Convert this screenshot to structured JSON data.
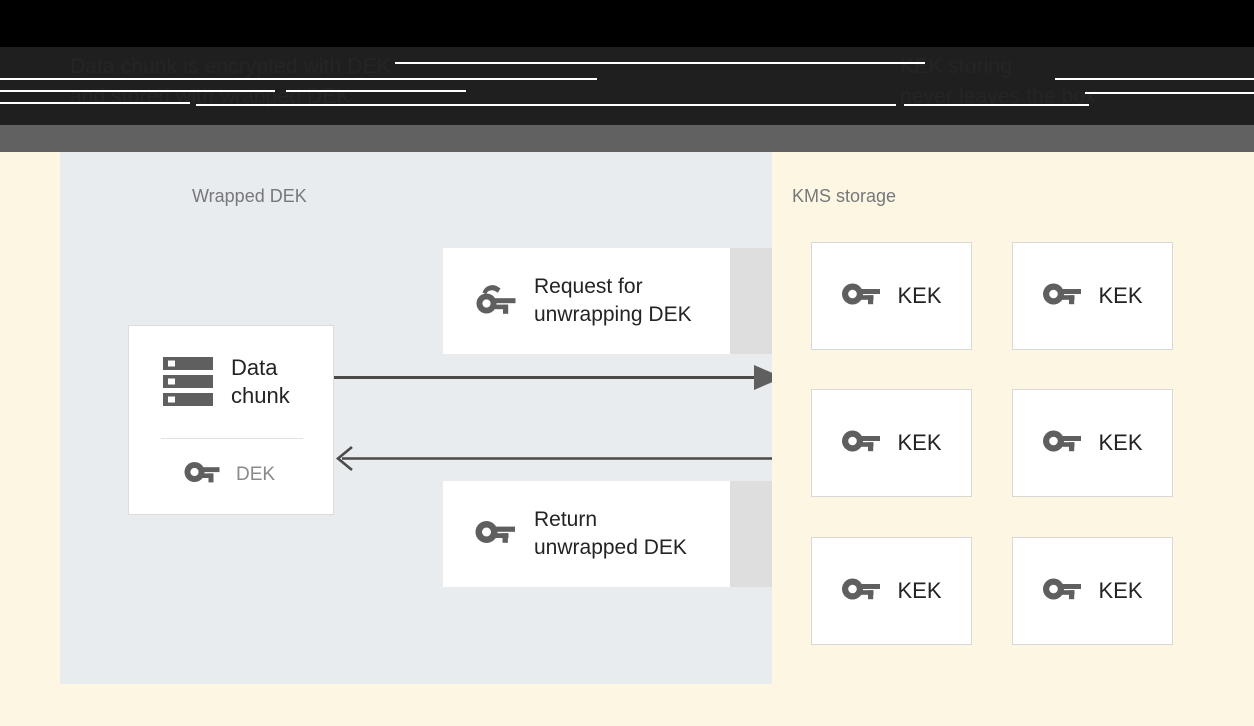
{
  "header": {
    "left_text": "Data chunk is encrypted with DEK\nand stored with wrapped DEK",
    "right_text": "KEK storing\nnever leaves the box"
  },
  "colors": {
    "top_band": "#000000",
    "top_band_inner": "#1f1f1f",
    "gray_band": "#616161",
    "left_panel": "#e8ecef",
    "right_panel": "#fdf6e3",
    "card_surface": "#ffffff",
    "card_shadow": "#dedede",
    "icon": "#5f5f5f",
    "title_text": "#77787b",
    "body_text": "#232323",
    "muted_text": "#8a8a8a",
    "arrow": "#4a4a4a"
  },
  "left_panel": {
    "title": "Wrapped DEK",
    "title_icon": "wrapped-key-icon",
    "data_card": {
      "icon": "server-storage-icon",
      "label": "Data\nchunk",
      "key_icon": "key-icon",
      "key_label": "DEK"
    },
    "messages": [
      {
        "id": "request",
        "icon": "wrapped-key-icon",
        "label": "Request for\nunwrapping DEK"
      },
      {
        "id": "return",
        "icon": "key-icon",
        "label": "Return\nunwrapped DEK"
      }
    ],
    "arrows": [
      {
        "id": "request-arrow",
        "direction": "right",
        "head": "filled-triangle"
      },
      {
        "id": "return-arrow",
        "direction": "left",
        "head": "open-chevron"
      }
    ]
  },
  "right_panel": {
    "title": "KMS storage",
    "keks": [
      {
        "icon": "key-icon",
        "label": "KEK"
      },
      {
        "icon": "key-icon",
        "label": "KEK"
      },
      {
        "icon": "key-icon",
        "label": "KEK"
      },
      {
        "icon": "key-icon",
        "label": "KEK"
      },
      {
        "icon": "key-icon",
        "label": "KEK"
      },
      {
        "icon": "key-icon",
        "label": "KEK"
      }
    ]
  }
}
